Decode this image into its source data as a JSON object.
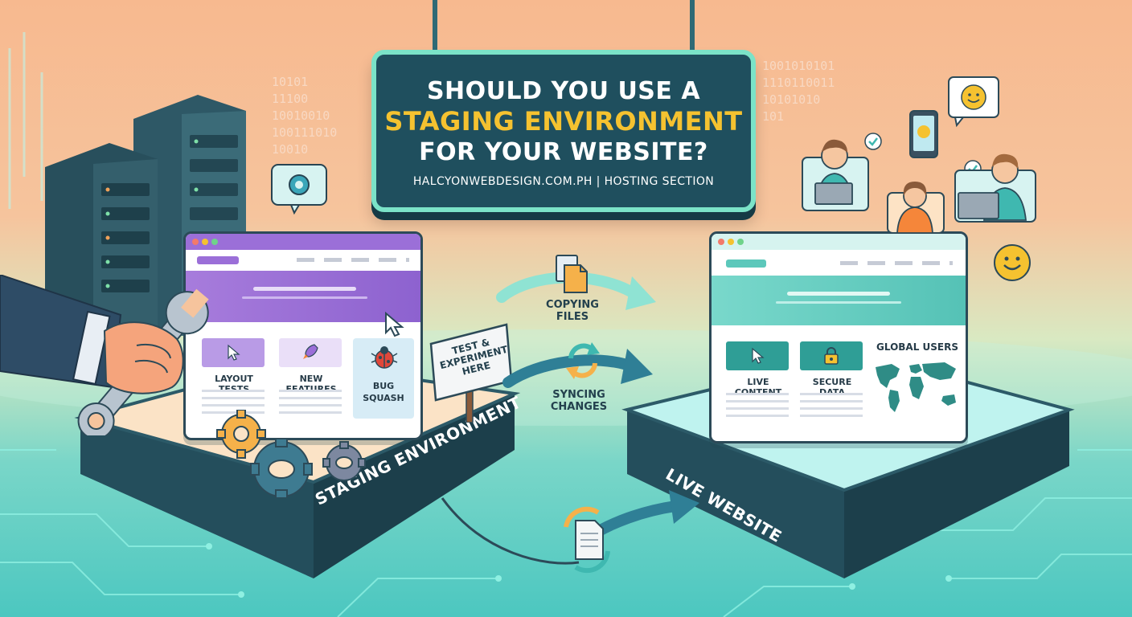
{
  "sign": {
    "line1": "SHOULD YOU USE A",
    "line2": "STAGING ENVIRONMENT",
    "line3": "FOR YOUR WEBSITE?",
    "source": "HALCYONWEBDESIGN.COM.PH | HOSTING SECTION"
  },
  "staging": {
    "platform_label": "STAGING ENVIRONMENT",
    "cards": [
      "LAYOUT TESTS",
      "NEW FEATURES",
      "BUG SQUASH"
    ],
    "signpost": "TEST & EXPERIMENT HERE"
  },
  "live": {
    "platform_label": "LIVE WEBSITE",
    "cards": [
      "LIVE CONTENT",
      "SECURE DATA"
    ],
    "map_label": "GLOBAL USERS"
  },
  "flows": {
    "copy": "COPYING FILES",
    "sync": "SYNCING CHANGES"
  },
  "binary": {
    "left": "10101\n11100\n10010010\n100111010\n10010",
    "right": "1001010101\n1110110011\n10101010\n101"
  },
  "colors": {
    "staging_accent": "#9b6fd8",
    "live_accent": "#5cc8bb",
    "sign_bg": "#1f4f5e",
    "highlight": "#f5c230"
  },
  "icons": [
    "server-icon",
    "gear-icon",
    "wrench-icon",
    "cursor-icon",
    "rocket-icon",
    "bug-icon",
    "lock-icon",
    "world-map-icon",
    "file-icon",
    "sync-icon",
    "smiley-icon",
    "phone-icon",
    "checkmark-icon",
    "laptop-icon"
  ]
}
